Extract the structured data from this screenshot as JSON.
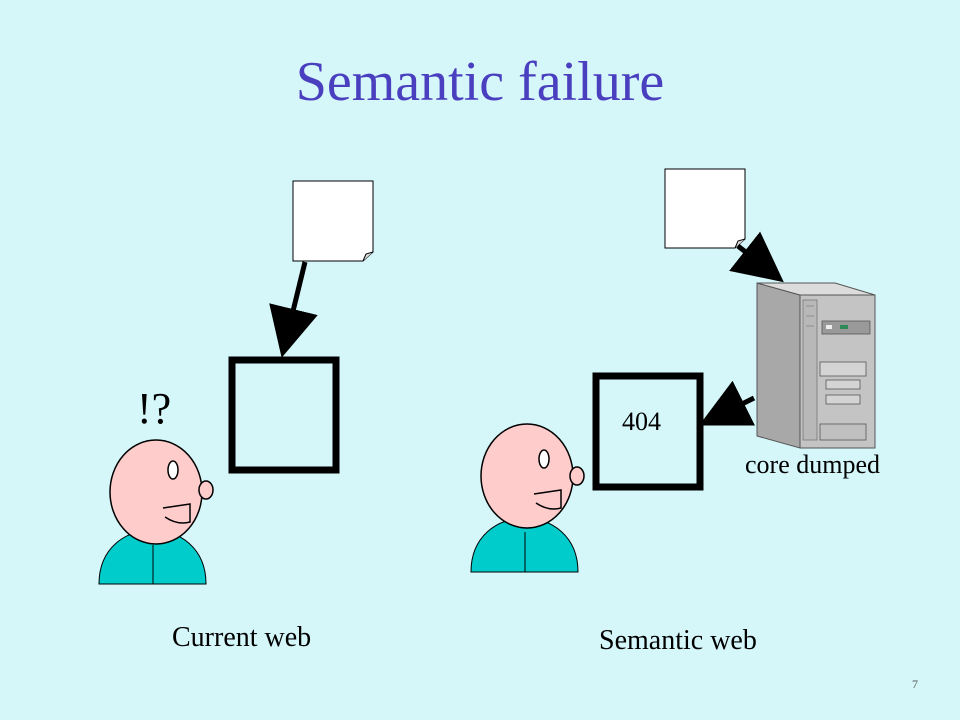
{
  "slide": {
    "title": "Semantic failure",
    "page_number": "7"
  },
  "left_scene": {
    "exclamation": "!?",
    "caption": "Current web"
  },
  "right_scene": {
    "error_code": "404",
    "server_status": "core dumped",
    "caption": "Semantic web"
  },
  "colors": {
    "background": "#d5f7fa",
    "title": "#4a3fbf",
    "face": "#ffcccc",
    "shirt": "#00cccc",
    "server": "#c0c0c0"
  }
}
